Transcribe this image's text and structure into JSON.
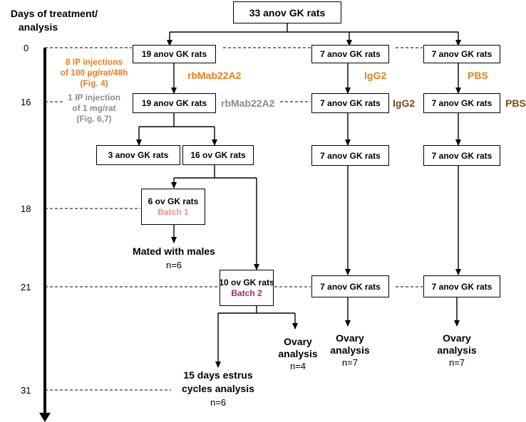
{
  "axis": {
    "title_line1": "Days of treatment/",
    "title_line2": "analysis",
    "ticks": [
      "0",
      "16",
      "18",
      "21",
      "31"
    ]
  },
  "boxes": {
    "top": "33 anov GK rats",
    "r1_a": "19 anov GK rats",
    "r1_b": "7 anov GK rats",
    "r1_c": "7 anov GK rats",
    "r2_a": "19 anov GK rats",
    "r2_b": "7 anov GK rats",
    "r2_c": "7 anov GK rats",
    "r3_a": "3 anov GK rats",
    "r3_b": "16 ov GK rats",
    "r3_c": "7 anov GK rats",
    "r3_d": "7  anov GK rats",
    "batch1_main": "6 ov GK rats",
    "batch1_sub": "Batch 1",
    "batch2_main": "10 ov GK rats",
    "batch2_sub": "Batch 2",
    "r5_b": "7 anov GK rats",
    "r5_c": "7  anov GK rats"
  },
  "treatments": {
    "orange_note_lines": [
      "8 IP injections",
      "of 100 µg/rat/48h",
      "(Fig. 4)"
    ],
    "grey_note_lines": [
      "1 IP injection",
      "of 1 mg/rat",
      "(Fig. 6,7)"
    ],
    "rb_orange": "rbMab22A2",
    "rb_grey": "rbMab22A2",
    "igg2_orange": "IgG2",
    "igg2_brown": "IgG2",
    "pbs_orange": "PBS",
    "pbs_brown": "PBS"
  },
  "outcomes": {
    "mated": "Mated with males",
    "mated_n": "n=6",
    "estrus_line1": "15 days estrus",
    "estrus_line2": "cycles analysis",
    "estrus_n": "n=6",
    "ovary_line1": "Ovary",
    "ovary_line2": "analysis",
    "ovary1_n": "n=4",
    "ovary2_n": "n=7",
    "ovary3_n": "n=7"
  },
  "colors": {
    "orange": "#ee7d1e",
    "grey": "#8c8c8c",
    "brown": "#7b4a12",
    "pink": "#e8918c",
    "purple": "#9c2e6d"
  }
}
